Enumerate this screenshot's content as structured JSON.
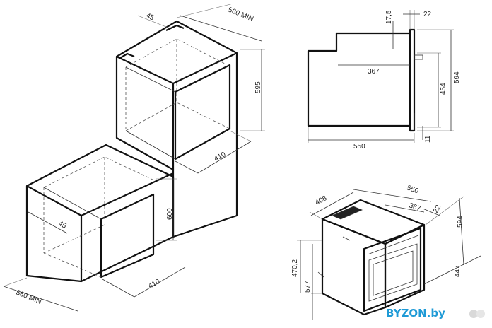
{
  "installation_tall": {
    "depth_top": "45",
    "niche_depth": "560 MIN",
    "niche_height": "595",
    "niche_width": "410"
  },
  "installation_under_counter": {
    "niche_height": "600",
    "depth_side": "45",
    "niche_depth": "560 MIN",
    "niche_width": "410"
  },
  "side_view": {
    "top_gap": "17,5",
    "front_panel": "22",
    "panel_offset": "367",
    "height_total": "594",
    "height_body": "454",
    "depth": "550",
    "bottom_gap": "11"
  },
  "iso_view": {
    "width": "408",
    "depth": "550",
    "panel": "367",
    "front": "22",
    "height": "594",
    "height_lower": "470,2",
    "height_base": "577",
    "front_width": "447"
  },
  "watermark": "BYZON.by",
  "colors": {
    "watermark": "#1e9ad6",
    "lines": "#111111"
  }
}
